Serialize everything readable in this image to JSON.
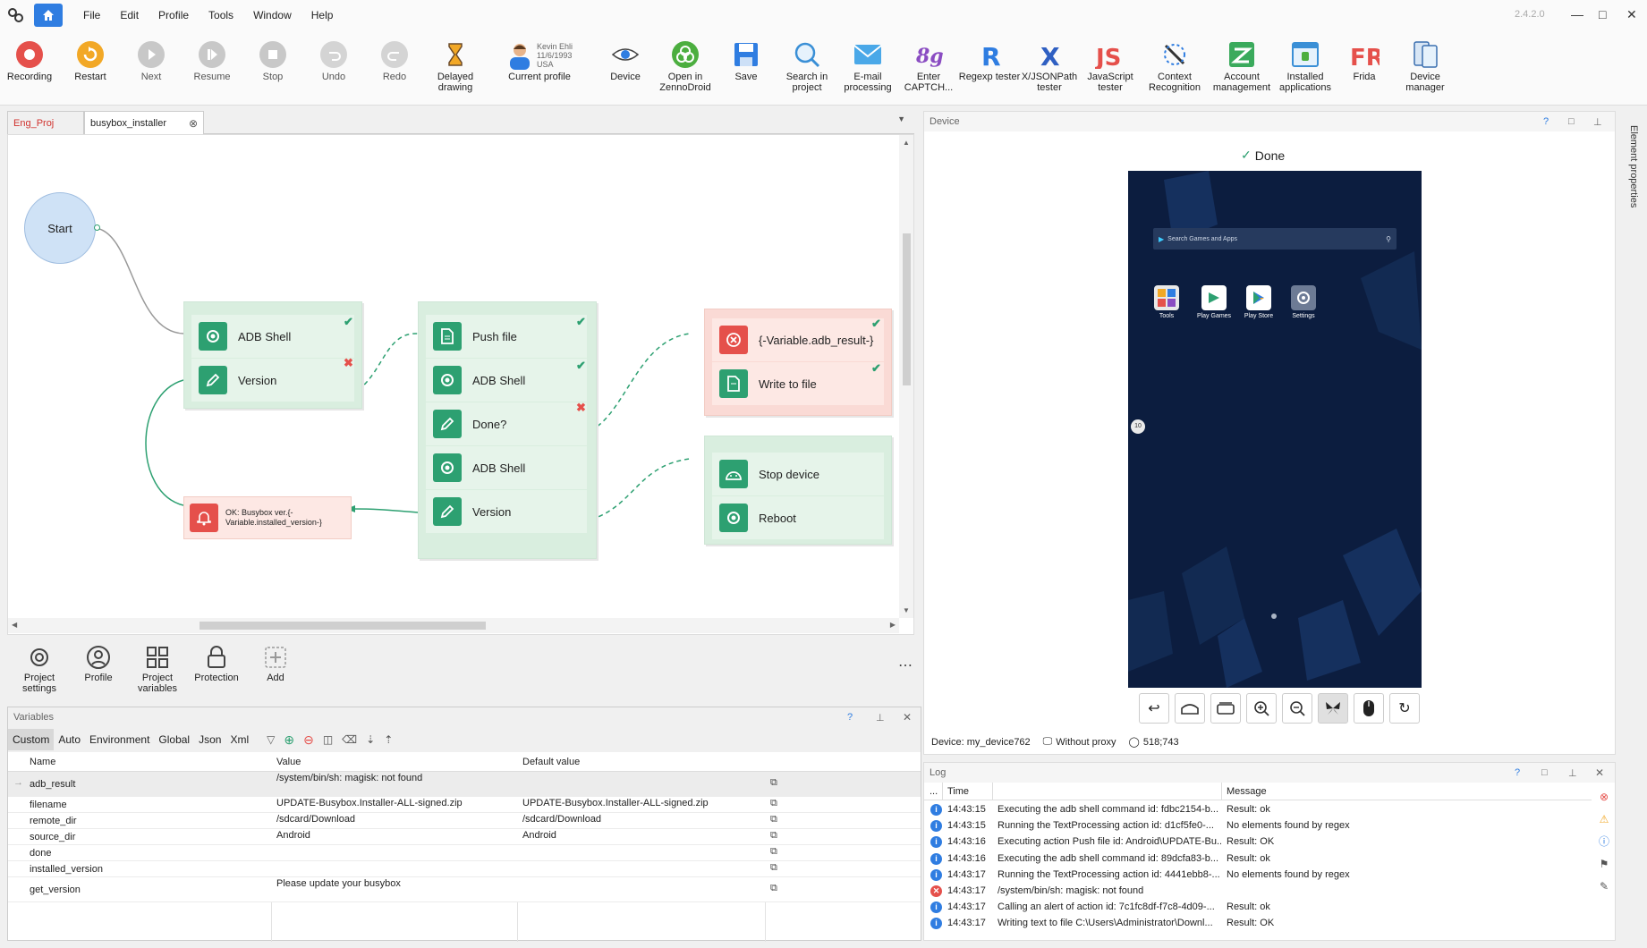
{
  "menubar": {
    "items": [
      "File",
      "Edit",
      "Profile",
      "Tools",
      "Window",
      "Help"
    ],
    "version": "2.4.2.0"
  },
  "toolbar": {
    "recording": "Recording",
    "restart": "Restart",
    "next": "Next",
    "resume": "Resume",
    "stop": "Stop",
    "undo": "Undo",
    "redo": "Redo",
    "delayed": "Delayed drawing",
    "profile_name": "Kevin Ehli",
    "profile_date": "11/6/1993",
    "profile_country": "USA",
    "current_profile": "Current profile",
    "device": "Device",
    "open_zd": "Open in ZennoDroid",
    "save": "Save",
    "search": "Search in project",
    "email": "E-mail processing",
    "captcha": "Enter CAPTCH...",
    "regexp": "Regexp tester",
    "xjson": "X/JSONPath tester",
    "js": "JavaScript tester",
    "context": "Context Recognition",
    "account": "Account management",
    "installed": "Installed applications",
    "frida": "Frida",
    "devmgr": "Device manager"
  },
  "tabs": {
    "tab1": "Eng_Proj",
    "tab2": "busybox_installer"
  },
  "canvas": {
    "start": "Start",
    "g1": [
      "ADB Shell",
      "Version"
    ],
    "g2": [
      "Push file",
      "ADB Shell",
      "Done?",
      "ADB Shell",
      "Version"
    ],
    "g3": [
      "{-Variable.adb_result-}",
      "Write to file"
    ],
    "g4": [
      "Stop device",
      "Reboot"
    ],
    "alert": "OK: Busybox ver.{-Variable.installed_version-}"
  },
  "canvas_tools": {
    "settings": "Project settings",
    "profile": "Profile",
    "variables": "Project variables",
    "protection": "Protection",
    "add": "Add"
  },
  "variables": {
    "title": "Variables",
    "tabs": [
      "Custom",
      "Auto",
      "Environment",
      "Global",
      "Json",
      "Xml"
    ],
    "columns": [
      "Name",
      "Value",
      "Default value"
    ],
    "rows": [
      {
        "name": "adb_result",
        "value": "/system/bin/sh: magisk: not found",
        "default": ""
      },
      {
        "name": "filename",
        "value": "UPDATE-Busybox.Installer-ALL-signed.zip",
        "default": "UPDATE-Busybox.Installer-ALL-signed.zip"
      },
      {
        "name": "remote_dir",
        "value": "/sdcard/Download",
        "default": "/sdcard/Download"
      },
      {
        "name": "source_dir",
        "value": "Android",
        "default": "Android"
      },
      {
        "name": "done",
        "value": "",
        "default": ""
      },
      {
        "name": "installed_version",
        "value": "",
        "default": ""
      },
      {
        "name": "get_version",
        "value": "Please update your busybox",
        "default": ""
      }
    ]
  },
  "device": {
    "title": "Device",
    "status": "Done",
    "search_placeholder": "Search Games and Apps",
    "apps": [
      "Tools",
      "Play Games",
      "Play Store",
      "Settings"
    ],
    "badge": "10",
    "device_name": "Device: my_device762",
    "proxy": "Without proxy",
    "coords": "518;743"
  },
  "log": {
    "title": "Log",
    "col_time": "Time",
    "col_message": "Message",
    "col_dots": "...",
    "rows": [
      {
        "type": "info",
        "time": "14:43:15",
        "text": "Executing the adb shell command id: fdbc2154-b...",
        "result": "Result: ok"
      },
      {
        "type": "info",
        "time": "14:43:15",
        "text": "Running the TextProcessing action id: d1cf5fe0-...",
        "result": "No elements found by regex"
      },
      {
        "type": "info",
        "time": "14:43:16",
        "text": "Executing action Push file id: Android\\UPDATE-Bu...",
        "result": "Result: OK"
      },
      {
        "type": "info",
        "time": "14:43:16",
        "text": "Executing the adb shell command id: 89dcfa83-b...",
        "result": "Result: ok"
      },
      {
        "type": "info",
        "time": "14:43:17",
        "text": "Running the TextProcessing action id: 4441ebb8-...",
        "result": "No elements found by regex"
      },
      {
        "type": "error",
        "time": "14:43:17",
        "text": "/system/bin/sh: magisk: not found",
        "result": ""
      },
      {
        "type": "info",
        "time": "14:43:17",
        "text": "Calling an alert of action id: 7c1fc8df-f7c8-4d09-...",
        "result": "Result: ok"
      },
      {
        "type": "info",
        "time": "14:43:17",
        "text": "Writing text to file C:\\Users\\Administrator\\Downl...",
        "result": "Result: OK"
      }
    ]
  },
  "sidebar": {
    "label": "Element properties"
  },
  "colors": {
    "accent": "#2f7de1",
    "green": "#2da071",
    "red": "#e5504b"
  }
}
